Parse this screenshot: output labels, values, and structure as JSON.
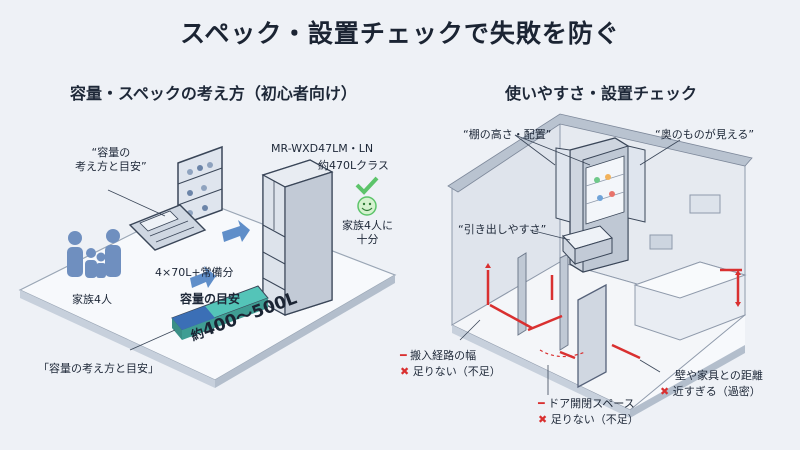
{
  "title": "スペック・設置チェックで失敗を防ぐ",
  "left": {
    "heading": "容量・スペックの考え方（初心者向け）",
    "callout_guide": "“容量の\n考え方と目安”",
    "formula": "4×70L+常備分",
    "family": "家族4人",
    "model": "MR-WXD47LM・LN",
    "class": "約470Lクラス",
    "sufficient": "家族4人に\n十分",
    "meter_title": "容量の目安",
    "meter_prefix": "約",
    "meter_range": "400〜500L",
    "bottom_caption": "「容量の考え方と目安」"
  },
  "right": {
    "heading": "使いやすさ・設置チェック",
    "shelf": "“棚の高さ・配置”",
    "view": "“奥のものが見える”",
    "drawer": "“引き出しやすさ”",
    "route_title": "搬入経路の幅",
    "route_status": "足りない（不足）",
    "door_title": "ドア開閉スペース",
    "door_status": "足りない（不足）",
    "wall_title": "壁や家具との距離",
    "wall_status": "近すぎる（過密）"
  },
  "colors": {
    "accent_red": "#d93030",
    "accent_blue": "#3b6fb6",
    "accent_green": "#5cc46a",
    "meter_teal": "#54c4b8"
  }
}
